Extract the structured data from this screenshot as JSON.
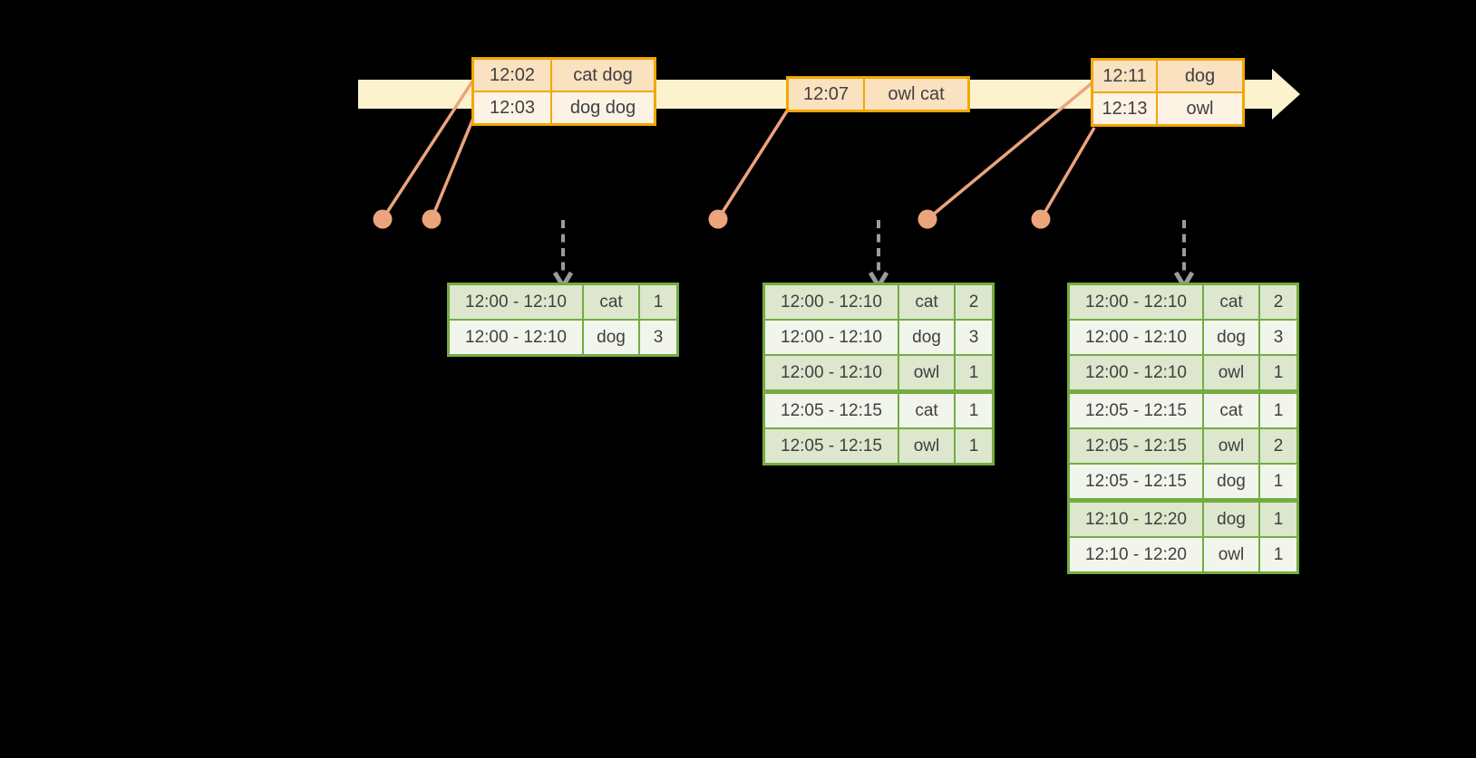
{
  "colors": {
    "background": "#000000",
    "timeline_fill": "#FCF3CE",
    "event_border": "#F2A702",
    "event_row_fill_a": "#FAE1C0",
    "event_row_fill_b": "#FDF3E4",
    "connector": "#ECA47D",
    "result_border": "#74AB42",
    "result_row_fill_a": "#DCE7CE",
    "result_row_fill_b": "#F1F5EC",
    "trigger_arrow": "#9B9B9B",
    "text": "#404040"
  },
  "event_tables": [
    {
      "rows": [
        {
          "time": "12:02",
          "words": "cat dog"
        },
        {
          "time": "12:03",
          "words": "dog dog"
        }
      ]
    },
    {
      "rows": [
        {
          "time": "12:07",
          "words": "owl cat"
        }
      ]
    },
    {
      "rows": [
        {
          "time": "12:11",
          "words": "dog"
        },
        {
          "time": "12:13",
          "words": "owl"
        }
      ]
    }
  ],
  "result_tables": [
    {
      "rows": [
        {
          "window": "12:00 - 12:10",
          "word": "cat",
          "count": "1"
        },
        {
          "window": "12:00 - 12:10",
          "word": "dog",
          "count": "3"
        }
      ]
    },
    {
      "rows": [
        {
          "window": "12:00 - 12:10",
          "word": "cat",
          "count": "2"
        },
        {
          "window": "12:00 - 12:10",
          "word": "dog",
          "count": "3"
        },
        {
          "window": "12:00 - 12:10",
          "word": "owl",
          "count": "1"
        },
        {
          "window": "12:05 - 12:15",
          "word": "cat",
          "count": "1"
        },
        {
          "window": "12:05 - 12:15",
          "word": "owl",
          "count": "1"
        }
      ]
    },
    {
      "rows": [
        {
          "window": "12:00 - 12:10",
          "word": "cat",
          "count": "2"
        },
        {
          "window": "12:00 - 12:10",
          "word": "dog",
          "count": "3"
        },
        {
          "window": "12:00 - 12:10",
          "word": "owl",
          "count": "1"
        },
        {
          "window": "12:05 - 12:15",
          "word": "cat",
          "count": "1"
        },
        {
          "window": "12:05 - 12:15",
          "word": "owl",
          "count": "2"
        },
        {
          "window": "12:05 - 12:15",
          "word": "dog",
          "count": "1"
        },
        {
          "window": "12:10 - 12:20",
          "word": "dog",
          "count": "1"
        },
        {
          "window": "12:10 - 12:20",
          "word": "owl",
          "count": "1"
        }
      ]
    }
  ]
}
